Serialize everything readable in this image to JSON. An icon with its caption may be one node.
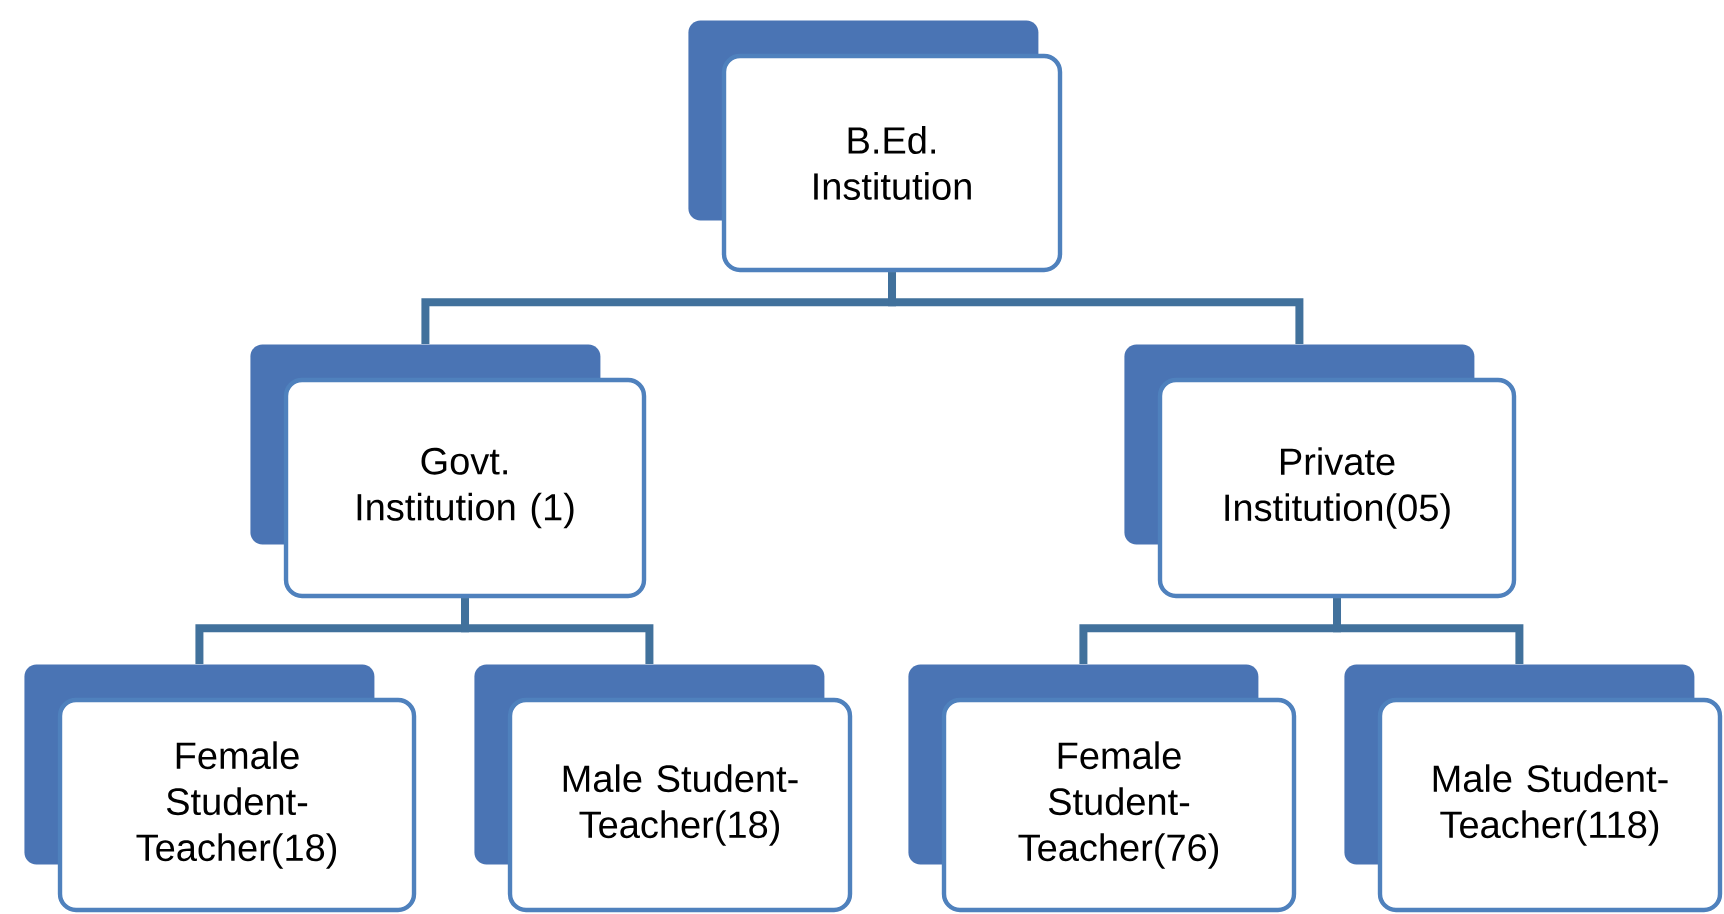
{
  "diagram": {
    "nodes": [
      {
        "text": [
          "B.Ed. Institution"
        ]
      },
      {
        "text": [
          "Govt. Institution (1)"
        ]
      },
      {
        "text": [
          "Private Institution(05)"
        ]
      },
      {
        "text": [
          "Female Student-Teacher(18)"
        ]
      },
      {
        "text": [
          "Male Student-Teacher(18)"
        ]
      },
      {
        "text": [
          "Female Student-Teacher(76)"
        ]
      },
      {
        "text": [
          "Male Student-Teacher(118)"
        ]
      }
    ],
    "edges": [
      {
        "from": 0,
        "to": 1,
        "arrow": "none"
      },
      {
        "from": 0,
        "to": 2,
        "arrow": "none"
      },
      {
        "from": 1,
        "to": 3,
        "arrow": "none"
      },
      {
        "from": 1,
        "to": 4,
        "arrow": "none"
      },
      {
        "from": 2,
        "to": 5,
        "arrow": "none"
      },
      {
        "from": 2,
        "to": 6,
        "arrow": "none"
      }
    ]
  }
}
